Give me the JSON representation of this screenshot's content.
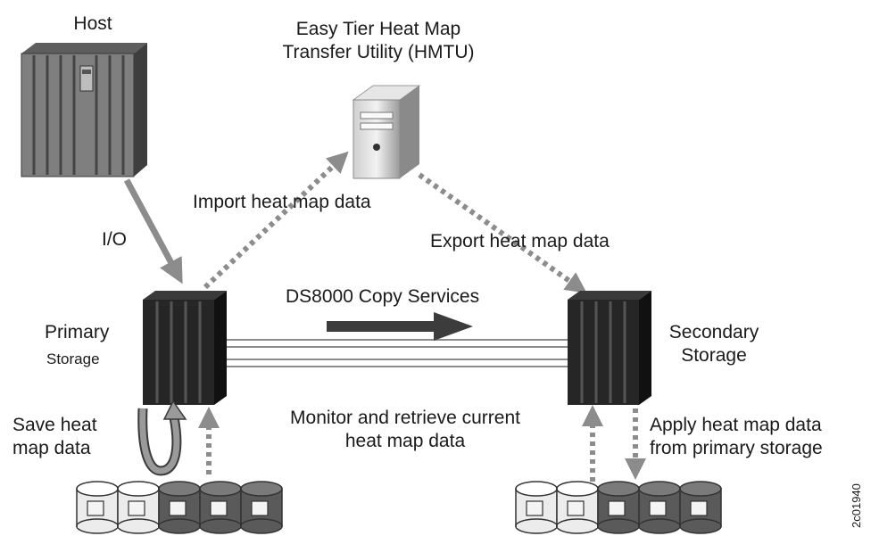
{
  "labels": {
    "host": "Host",
    "hmtu_line1": "Easy Tier Heat Map",
    "hmtu_line2": "Transfer Utility (HMTU)",
    "import": "Import  heat map data",
    "io": "I/O",
    "export": "Export heat map data",
    "copy_services": "DS8000 Copy Services",
    "primary_line1": "Primary",
    "primary_line2": "Storage",
    "secondary_line1": "Secondary",
    "secondary_line2": "Storage",
    "save_line1": "Save heat",
    "save_line2": "map data",
    "monitor_line1": "Monitor and retrieve current",
    "monitor_line2": "heat map data",
    "apply_line1": "Apply heat map data",
    "apply_line2": "from primary storage",
    "figure_id": "2c01940"
  },
  "colors": {
    "arrow": "#8c8c8c",
    "copy_arrow": "#3c3c3c",
    "storage": "#262626",
    "disk_light": "#ececec",
    "disk_dark": "#5a5a5a"
  }
}
